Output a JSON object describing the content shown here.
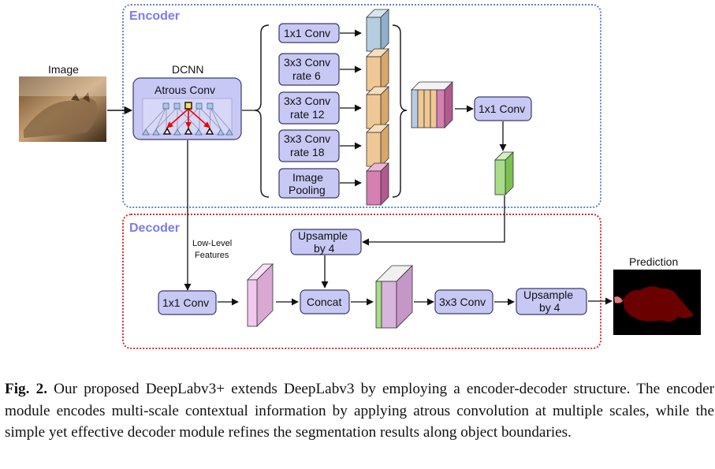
{
  "encoder": {
    "title": "Encoder",
    "title_color": "#7b7bf2",
    "border_color": "#5b86c5"
  },
  "decoder": {
    "title": "Decoder",
    "title_color": "#7b7bf2",
    "border_color": "#e02a2a"
  },
  "image_label": "Image",
  "dcnn_label": "DCNN",
  "atrous_conv_label": "Atrous Conv",
  "aspp": {
    "conv1x1": "1x1 Conv",
    "conv_rate6": [
      "3x3 Conv",
      "rate 6"
    ],
    "conv_rate12": [
      "3x3 Conv",
      "rate 12"
    ],
    "conv_rate18": [
      "3x3 Conv",
      "rate 18"
    ],
    "image_pooling": [
      "Image",
      "Pooling"
    ]
  },
  "encoder_out_conv": "1x1 Conv",
  "low_level_features": [
    "Low-Level",
    "Features"
  ],
  "dec_conv1x1": "1x1 Conv",
  "upsample_by4_top": [
    "Upsample",
    "by 4"
  ],
  "concat_label": "Concat",
  "dec_conv3x3": "3x3 Conv",
  "upsample_by4_out": [
    "Upsample",
    "by 4"
  ],
  "prediction_label": "Prediction",
  "caption": {
    "fig": "Fig. 2.",
    "text": " Our proposed DeepLabv3+ extends DeepLabv3 by employing a encoder-decoder structure. The encoder module encodes multi-scale contextual information by applying atrous convolution at multiple scales, while the simple yet effective decoder module refines the segmentation results along object boundaries."
  },
  "colors": {
    "box_fill": "#c8c8f5",
    "box_stroke": "#3a3a6a",
    "feat_blue": "#b6cde0",
    "feat_orange": "#f0c896",
    "feat_pink": "#d67fb3",
    "feat_green": "#a8dc88",
    "feat_lavender": "#d9b4dd"
  }
}
